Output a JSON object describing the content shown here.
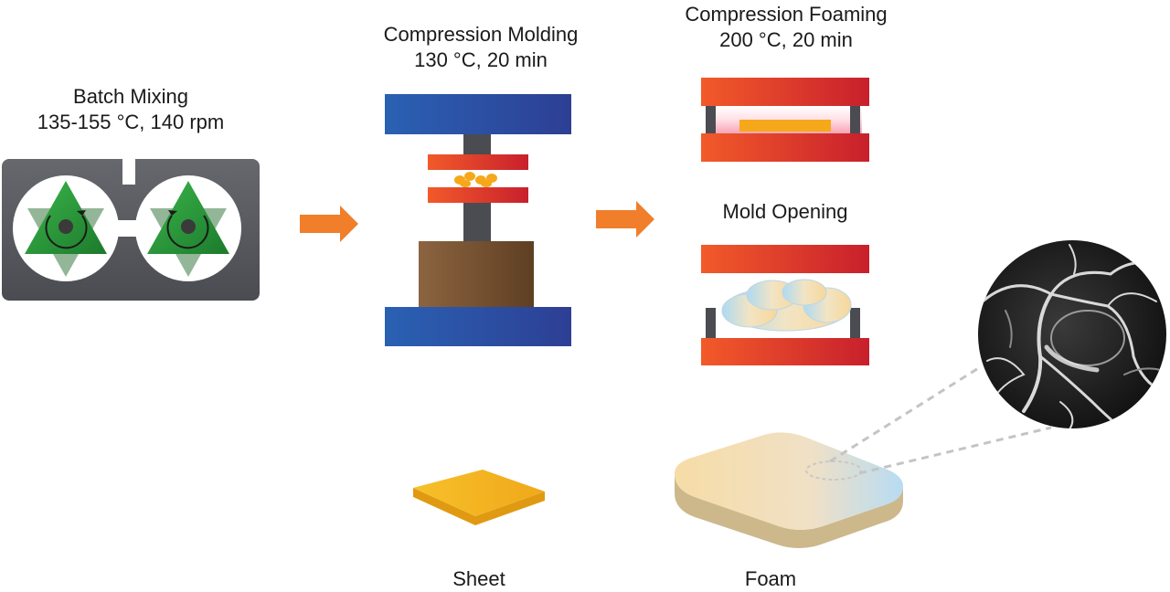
{
  "steps": {
    "batch_mixing": {
      "title": "Batch Mixing",
      "conditions": "135-155 °C, 140 rpm"
    },
    "compression_molding": {
      "title": "Compression Molding",
      "conditions": "130 °C, 20 min"
    },
    "compression_foaming": {
      "title": "Compression Foaming",
      "conditions": "200 °C, 20 min"
    },
    "mold_opening": {
      "title": "Mold Opening"
    }
  },
  "products": {
    "sheet": "Sheet",
    "foam": "Foam"
  },
  "colors": {
    "mixer_body": "#5a5c62",
    "rotor_green": "#2e9a3c",
    "press_blue": "#2d56a5",
    "press_column": "#4a4c52",
    "press_base_brown": "#7a5430",
    "mold_red": "#e23a2a",
    "arrow_orange": "#f07e2a",
    "sheet_yellow": "#f5b21a",
    "foam_cream": "#f2d9a8"
  }
}
